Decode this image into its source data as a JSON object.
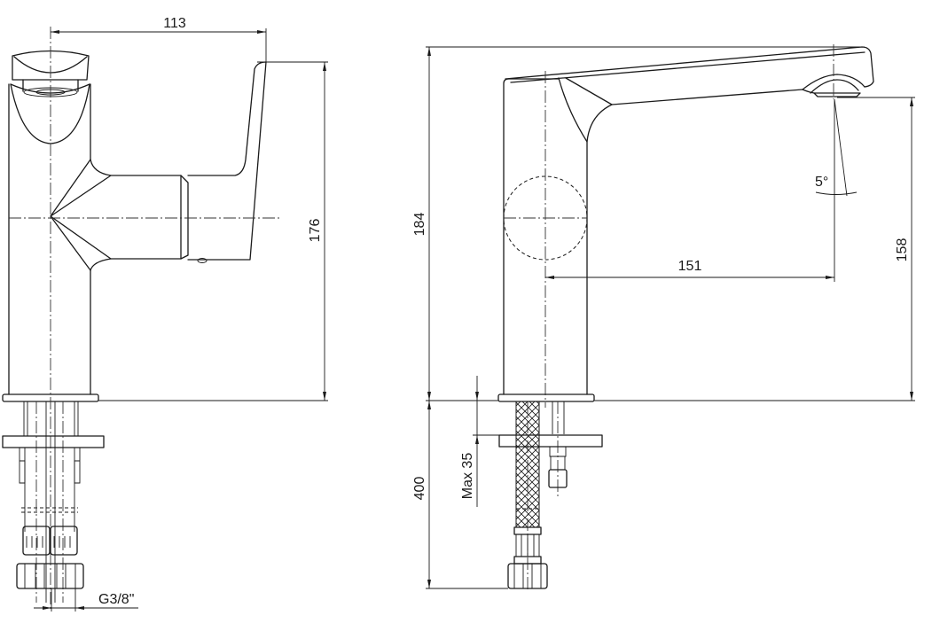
{
  "drawing": {
    "title": "Faucet technical drawing",
    "views": [
      "front-view",
      "side-view"
    ],
    "line_color": "#1a1a1a",
    "background": "#ffffff"
  },
  "dimensions": {
    "handle_reach": {
      "label": "113",
      "value": 113,
      "unit": "mm"
    },
    "front_height": {
      "label": "176",
      "value": 176,
      "unit": "mm"
    },
    "total_height": {
      "label": "184",
      "value": 184,
      "unit": "mm"
    },
    "spout_reach": {
      "label": "151",
      "value": 151,
      "unit": "mm"
    },
    "spout_outlet_height": {
      "label": "158",
      "value": 158,
      "unit": "mm"
    },
    "spout_angle": {
      "label": "5°",
      "value": 5,
      "unit": "deg"
    },
    "max_deck_thickness": {
      "label": "Max 35",
      "value": 35,
      "unit": "mm"
    },
    "hose_length": {
      "label": "400",
      "value": 400,
      "unit": "mm"
    },
    "thread_size": {
      "label": "G3/8\""
    }
  }
}
